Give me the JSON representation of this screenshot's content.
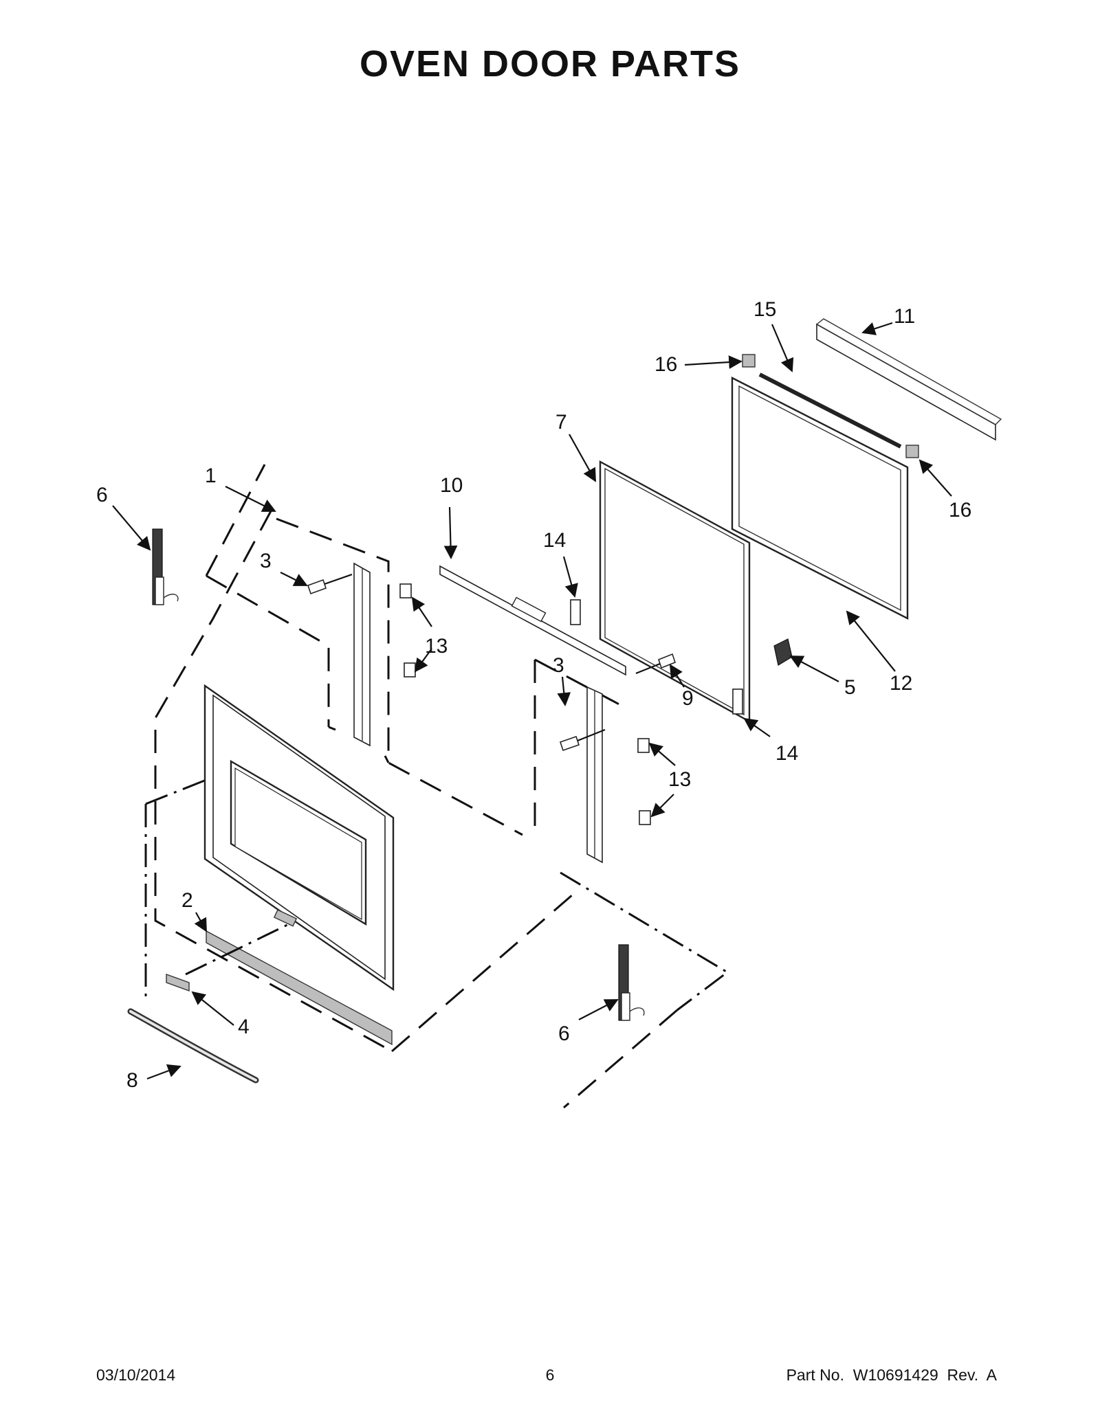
{
  "title": "OVEN DOOR PARTS",
  "callouts": [
    {
      "id": "1",
      "label": "1"
    },
    {
      "id": "2",
      "label": "2"
    },
    {
      "id": "3a",
      "label": "3"
    },
    {
      "id": "3b",
      "label": "3"
    },
    {
      "id": "4",
      "label": "4"
    },
    {
      "id": "5",
      "label": "5"
    },
    {
      "id": "6a",
      "label": "6"
    },
    {
      "id": "6b",
      "label": "6"
    },
    {
      "id": "7",
      "label": "7"
    },
    {
      "id": "8",
      "label": "8"
    },
    {
      "id": "9",
      "label": "9"
    },
    {
      "id": "10",
      "label": "10"
    },
    {
      "id": "11",
      "label": "11"
    },
    {
      "id": "12",
      "label": "12"
    },
    {
      "id": "13a",
      "label": "13"
    },
    {
      "id": "13b",
      "label": "13"
    },
    {
      "id": "14a",
      "label": "14"
    },
    {
      "id": "14b",
      "label": "14"
    },
    {
      "id": "15",
      "label": "15"
    },
    {
      "id": "16a",
      "label": "16"
    },
    {
      "id": "16b",
      "label": "16"
    }
  ],
  "footer": {
    "date": "03/10/2014",
    "page": "6",
    "part_no": "Part No.  W10691429  Rev.  A"
  }
}
